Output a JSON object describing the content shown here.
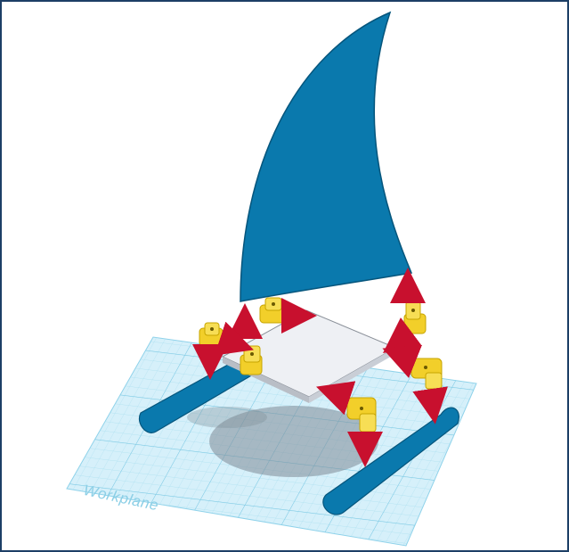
{
  "workplane": {
    "label": "Workplane"
  },
  "colors": {
    "frame_border": "#1d3f66",
    "workplane_fill": "#d6f0fa",
    "workplane_grid": "#9fd9ee",
    "sail": "#0a79ad",
    "sail_edge": "#05557c",
    "hull": "#0a79ad",
    "hull_edge": "#05557c",
    "deck_top": "#eef0f4",
    "deck_side": "#b9bec6",
    "connector": "#f2cf2a",
    "connector_dark": "#c7a400",
    "arrow": "#c8102e",
    "shadow": "#7f8b96"
  },
  "parts": {
    "sail": "sail",
    "deck": "deck-plate",
    "left_hull": "left-hull",
    "right_hull": "right-hull",
    "connector_count": 6,
    "arrow_count": 10
  }
}
